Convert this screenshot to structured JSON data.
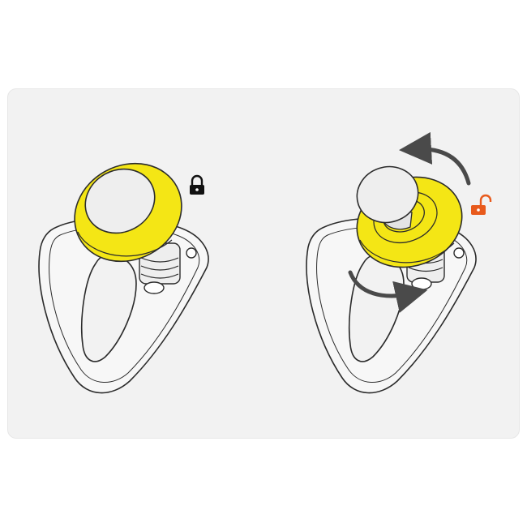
{
  "colors": {
    "background": "#ffffff",
    "card": "#f2f2f2",
    "yellow": "#f4e615",
    "outline": "#2b2b2b",
    "locked_icon": "#111111",
    "unlocked_icon": "#e85a1c",
    "arrow": "#4a4a4a",
    "metal": "#eeeeee"
  },
  "panels": [
    {
      "state": "locked",
      "icon": "closed-padlock-icon"
    },
    {
      "state": "unlocked",
      "icon": "open-padlock-icon",
      "arrows": [
        "rotate-counterclockwise-arrow",
        "rotate-arrow-lower"
      ]
    }
  ]
}
